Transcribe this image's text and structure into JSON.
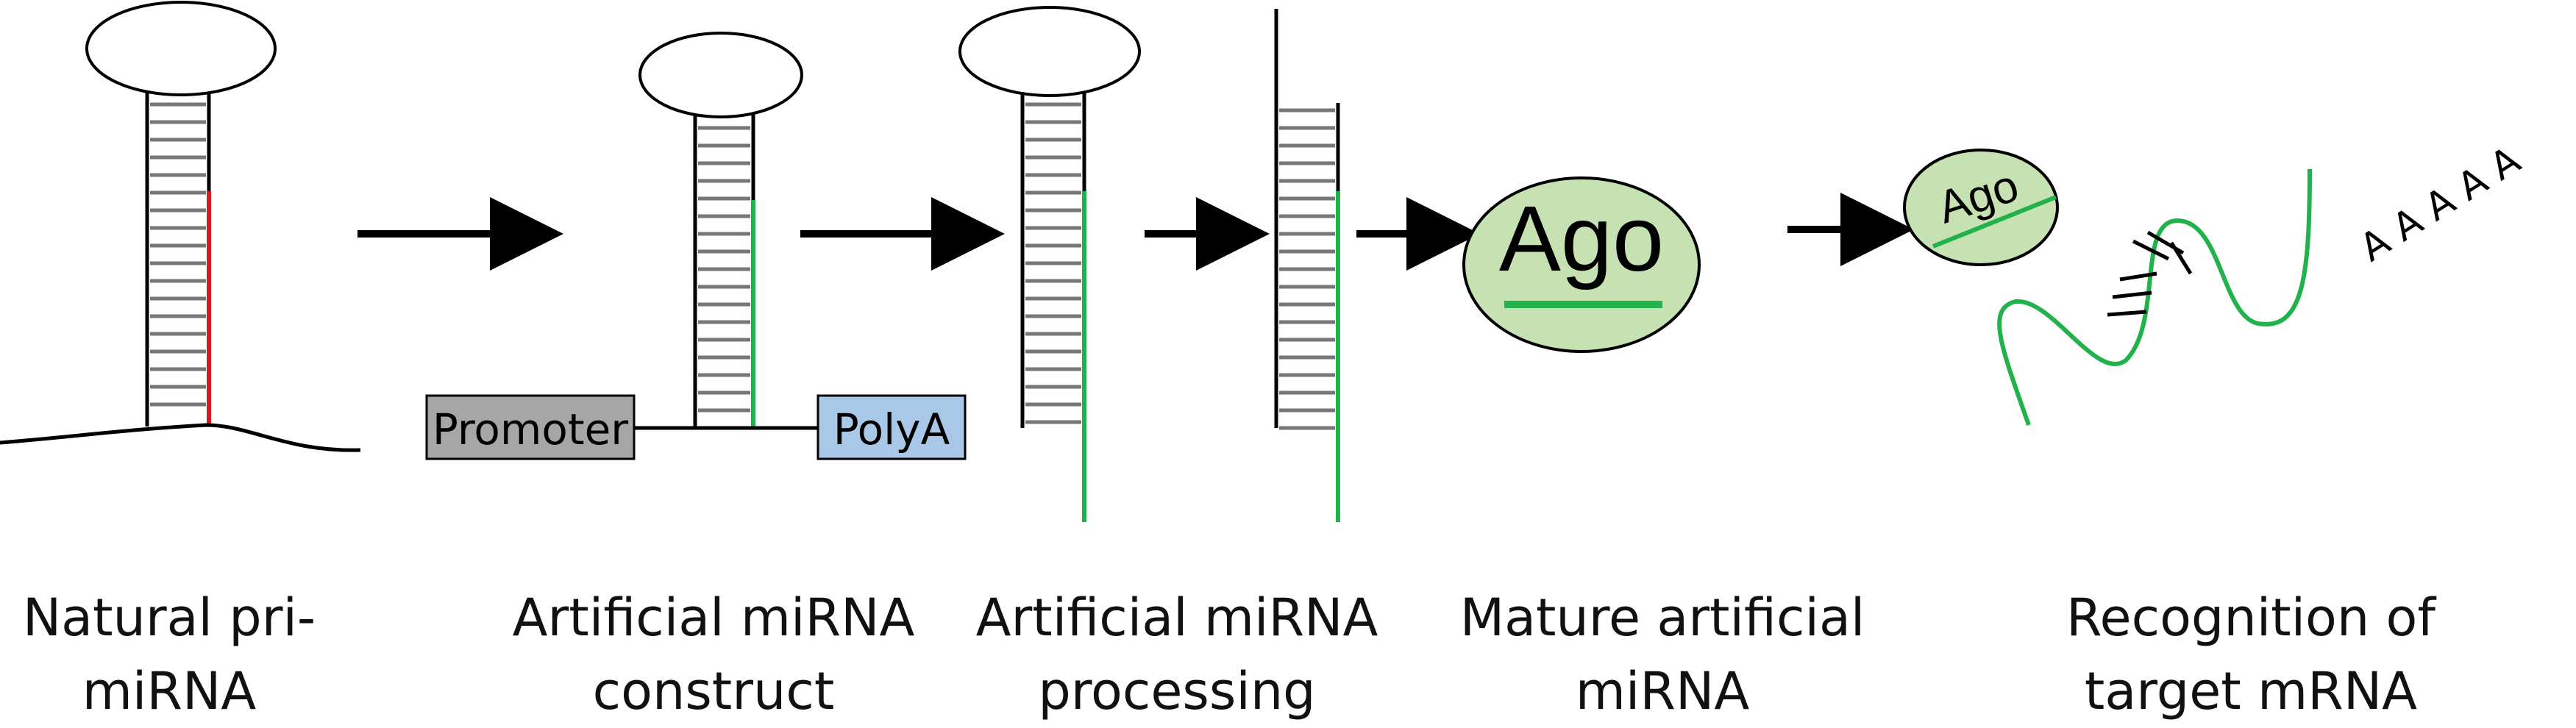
{
  "colors": {
    "line": "#000000",
    "rung": "#777777",
    "natural_strand": "#cc1f1f",
    "artificial_strand": "#22b24c",
    "ago_fill": "#c6e2b2",
    "promoter_fill": "#a6a6a6",
    "polya_fill": "#a9c8e8"
  },
  "labels": {
    "promoter": "Promoter",
    "polya": "PolyA",
    "ago_large": "Ago",
    "ago_small": "Ago",
    "polya_tail": "A A A A A"
  },
  "captions": [
    {
      "line1": "Natural pri-",
      "line2": "miRNA"
    },
    {
      "line1": "Artificial miRNA",
      "line2": "construct"
    },
    {
      "line1": "Artificial miRNA",
      "line2": "processing"
    },
    {
      "line1": "Mature artificial",
      "line2": "miRNA"
    },
    {
      "line1": "Recognition of",
      "line2": "target mRNA"
    }
  ]
}
